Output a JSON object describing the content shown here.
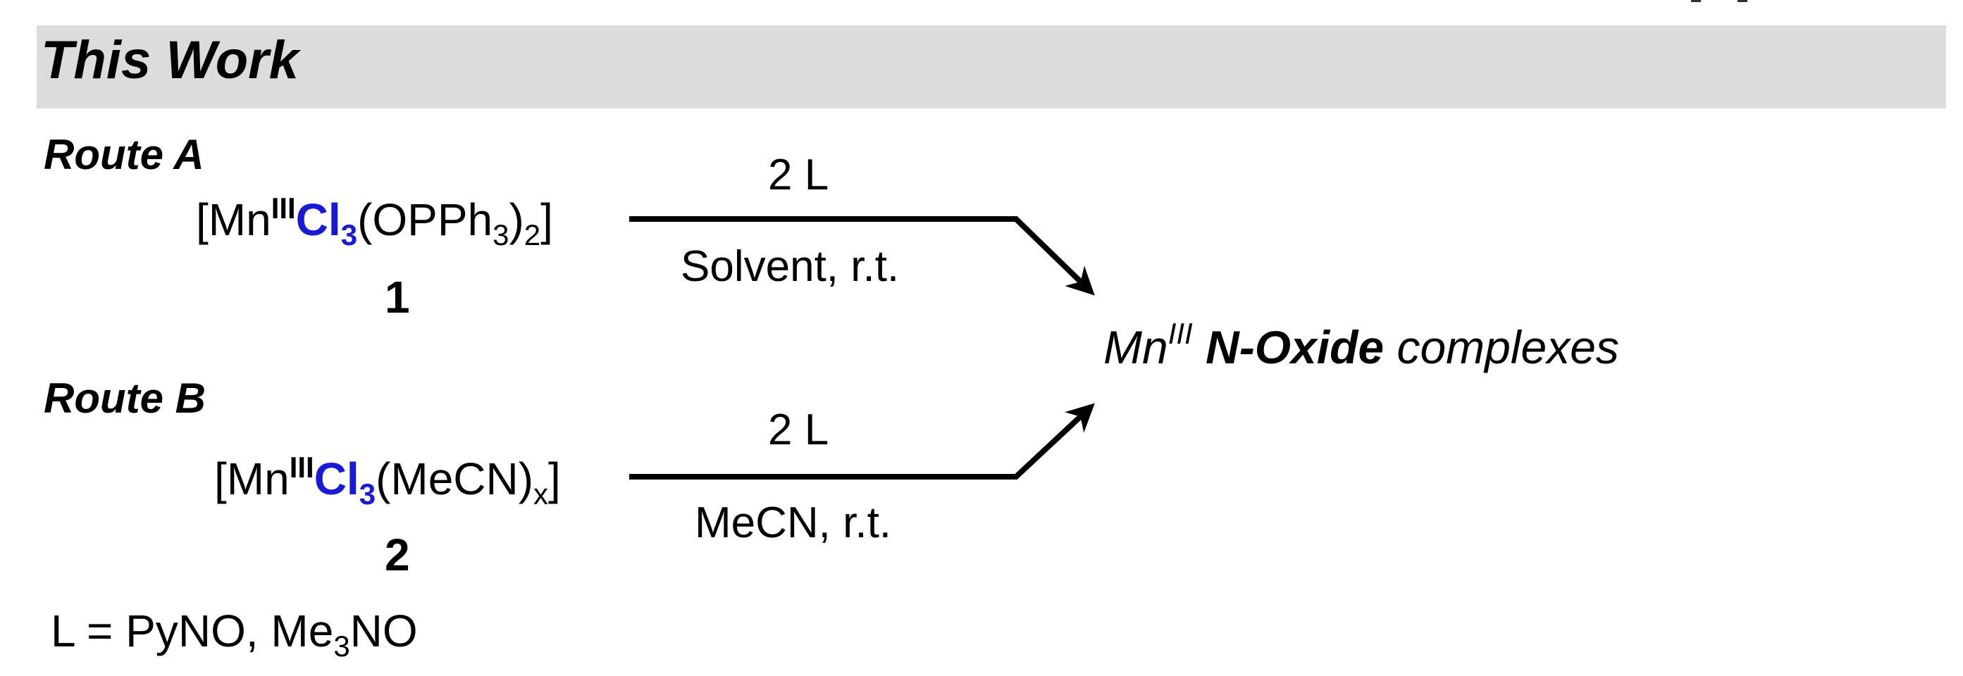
{
  "header": {
    "title": "This Work"
  },
  "route_a": {
    "label": "Route A",
    "reactant": {
      "open": "[Mn",
      "ox": "III",
      "cl": "Cl",
      "cl_sub": "3",
      "ligand": "(OPPh",
      "lig_sub": "3",
      "close_paren": ")",
      "mult_sub": "2",
      "close": "]"
    },
    "compound_number": "1",
    "above_arrow": "2 L",
    "below_arrow": "Solvent, r.t."
  },
  "route_b": {
    "label": "Route B",
    "reactant": {
      "open": "[Mn",
      "ox": "III",
      "cl": "Cl",
      "cl_sub": "3",
      "ligand": "(MeCN)",
      "mult_sub": "x",
      "close": "]"
    },
    "compound_number": "2",
    "above_arrow": "2 L",
    "below_arrow": "MeCN, r.t."
  },
  "product": {
    "metal": "Mn",
    "ox": "III",
    "oxide": "N-Oxide",
    "rest": "complexes"
  },
  "ligand_def": {
    "prefix": "L = PyNO, Me",
    "sub": "3",
    "suffix": "NO"
  },
  "colors": {
    "chlorine": "#1a1ad6",
    "banner": "#dcdcdc"
  }
}
